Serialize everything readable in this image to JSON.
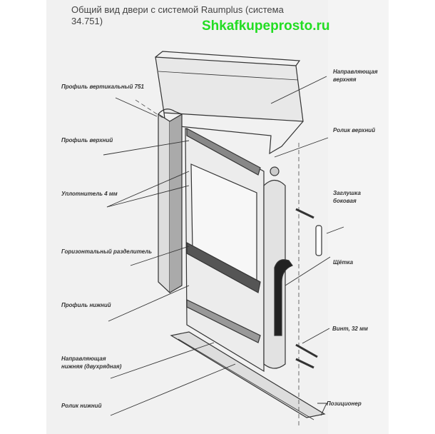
{
  "title": "Общий вид двери с системой Raumplus (система 34.751)",
  "brand": "Shkafkupeprosto.ru",
  "labels_left": [
    "Профиль вертикальный 751",
    "Профиль верхний",
    "Уплотнитель 4 мм",
    "Горизонтальный разделитель",
    "Профиль нижний",
    "Направляющая нижняя (двухрядная)",
    "Ролик нижний"
  ],
  "labels_right": [
    "Направляющая верхняя",
    "Ролик верхний",
    "Заглушка боковая",
    "Щётка",
    "Винт, 32 мм",
    "Позиционер"
  ]
}
